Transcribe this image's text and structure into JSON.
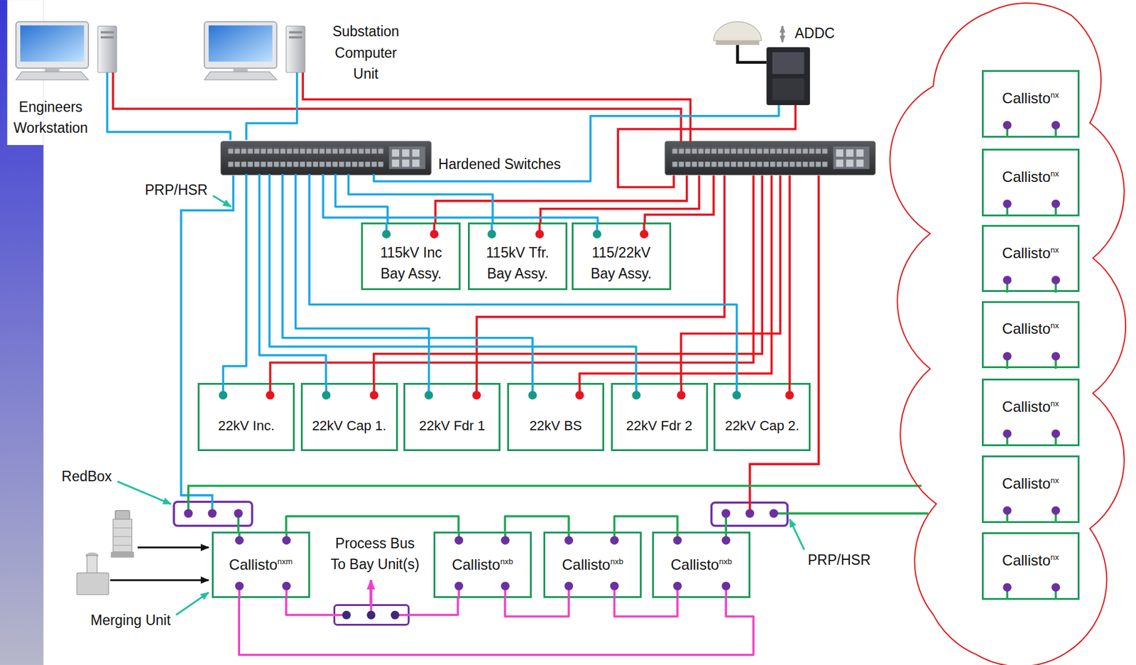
{
  "diagram": {
    "nodes": [
      {
        "text": [
          "Engineers Workstation"
        ]
      },
      {
        "text": [
          "Substation Computer Unit"
        ]
      },
      {
        "text": [
          "ADDC"
        ]
      },
      {
        "text": [
          "Hardened Switches"
        ]
      },
      {
        "text": [
          "115kV Inc Bay Assy."
        ]
      },
      {
        "text": [
          "115kV Tfr. Bay Assy."
        ]
      },
      {
        "text": [
          "115/22kV Bay Assy."
        ]
      },
      {
        "text": [
          "22kV Inc."
        ]
      },
      {
        "text": [
          "22kV Cap 1."
        ]
      },
      {
        "text": [
          "22kV Fdr 1"
        ]
      },
      {
        "text": [
          "22kV BS"
        ]
      },
      {
        "text": [
          "22kV Fdr 2"
        ]
      },
      {
        "text": [
          "22kV Cap 2."
        ]
      },
      {
        "text": [
          "Callisto",
          "nxm"
        ]
      },
      {
        "text": [
          "Process Bus To Bay Unit(s)"
        ]
      },
      {
        "text": [
          "Callisto",
          "nxb"
        ]
      },
      {
        "text": [
          "Callisto",
          "nxb"
        ]
      },
      {
        "text": [
          "Callisto",
          "nxb"
        ]
      },
      {
        "text": [
          "Callisto",
          "nx"
        ]
      },
      {
        "text": [
          "Callisto",
          "nx"
        ]
      },
      {
        "text": [
          "Callisto",
          "nx"
        ]
      },
      {
        "text": [
          "Callisto",
          "nx"
        ]
      },
      {
        "text": [
          "Callisto",
          "nx"
        ]
      },
      {
        "text": [
          "Callisto",
          "nx"
        ]
      },
      {
        "text": [
          "Callisto",
          "nx"
        ]
      }
    ],
    "edges": [
      {
        "from": 0,
        "to": 3,
        "arrow": "none"
      },
      {
        "from": 1,
        "to": 3,
        "arrow": "none"
      },
      {
        "from": 2,
        "to": 3,
        "arrow": "none"
      },
      {
        "from": 3,
        "to": 4,
        "arrow": "none"
      },
      {
        "from": 3,
        "to": 5,
        "arrow": "none"
      },
      {
        "from": 3,
        "to": 6,
        "arrow": "none"
      },
      {
        "from": 3,
        "to": 7,
        "arrow": "none"
      },
      {
        "from": 3,
        "to": 8,
        "arrow": "none"
      },
      {
        "from": 3,
        "to": 9,
        "arrow": "none"
      },
      {
        "from": 3,
        "to": 10,
        "arrow": "none"
      },
      {
        "from": 3,
        "to": 11,
        "arrow": "none"
      },
      {
        "from": 3,
        "to": 12,
        "arrow": "none"
      },
      {
        "from": 13,
        "to": 15,
        "arrow": "none"
      },
      {
        "from": 15,
        "to": 16,
        "arrow": "none"
      },
      {
        "from": 16,
        "to": 17,
        "arrow": "none"
      },
      {
        "from": 13,
        "to": 14,
        "arrow": "none"
      },
      {
        "from": 15,
        "to": 14,
        "arrow": "none"
      },
      {
        "from": 15,
        "to": 16,
        "arrow": "none"
      },
      {
        "from": 16,
        "to": 17,
        "arrow": "none"
      },
      {
        "from": 13,
        "to": 17,
        "arrow": "none"
      }
    ],
    "labels": [
      "PRP/HSR",
      "RedBox",
      "PRP/HSR",
      "Merging Unit"
    ]
  }
}
